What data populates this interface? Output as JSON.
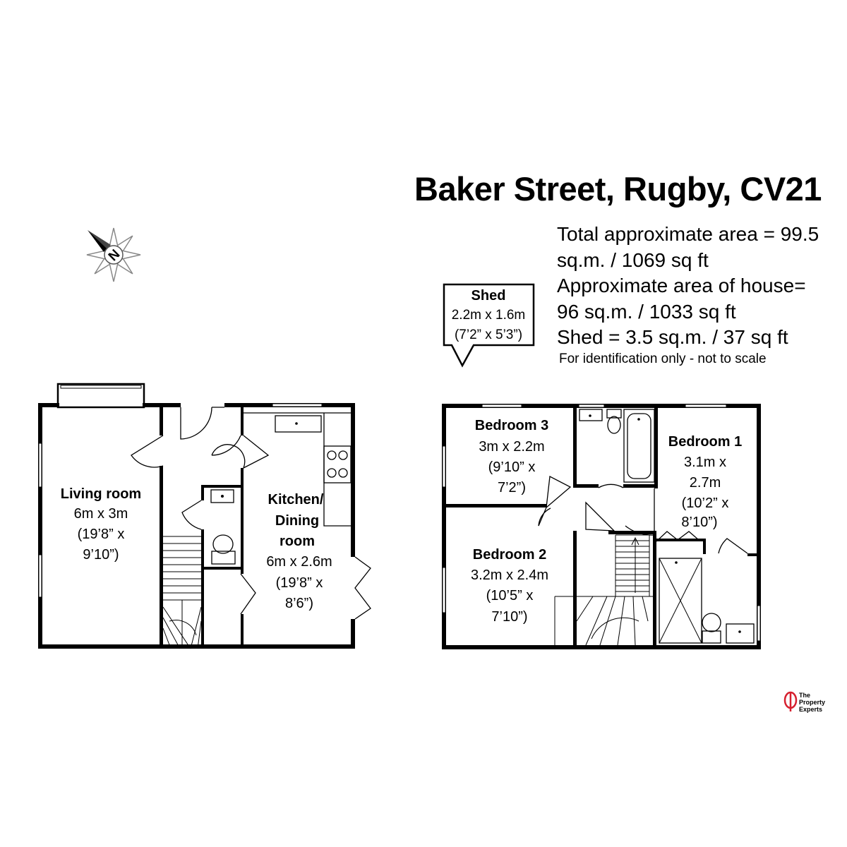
{
  "header": {
    "title": "Baker Street, Rugby, CV21",
    "area_lines": [
      "Total approximate area = 99.5",
      "sq.m. / 1069 sq ft",
      "Approximate area of house=",
      "96 sq.m. / 1033 sq ft",
      "Shed = 3.5 sq.m. / 37 sq ft"
    ],
    "note": "For identification only - not to scale"
  },
  "compass": {
    "icon": "compass-icon",
    "letter": "N"
  },
  "shed": {
    "name": "Shed",
    "metric": "2.2m x 1.6m",
    "imperial": "(7’2” x 5’3”)"
  },
  "ground_floor": {
    "living_room": {
      "name": "Living room",
      "metric": "6m x 3m",
      "imperial_1": "(19’8” x",
      "imperial_2": "9’10”)"
    },
    "kitchen": {
      "name_1": "Kitchen/",
      "name_2": "Dining",
      "name_3": "room",
      "metric": "6m x 2.6m",
      "imperial_1": "(19’8” x",
      "imperial_2": "8’6”)"
    }
  },
  "first_floor": {
    "bedroom_3": {
      "name": "Bedroom 3",
      "metric": "3m x 2.2m",
      "imperial_1": "(9’10” x",
      "imperial_2": "7’2”)"
    },
    "bedroom_1": {
      "name": "Bedroom 1",
      "metric_1": "3.1m x",
      "metric_2": "2.7m",
      "imperial_1": "(10’2” x",
      "imperial_2": "8’10”)"
    },
    "bedroom_2": {
      "name": "Bedroom 2",
      "metric": "3.2m x 2.4m",
      "imperial_1": "(10’5” x",
      "imperial_2": "7’10”)"
    }
  },
  "logo": {
    "line_1": "The",
    "line_2": "Property",
    "line_3": "Experts",
    "color": "#d6202f"
  }
}
